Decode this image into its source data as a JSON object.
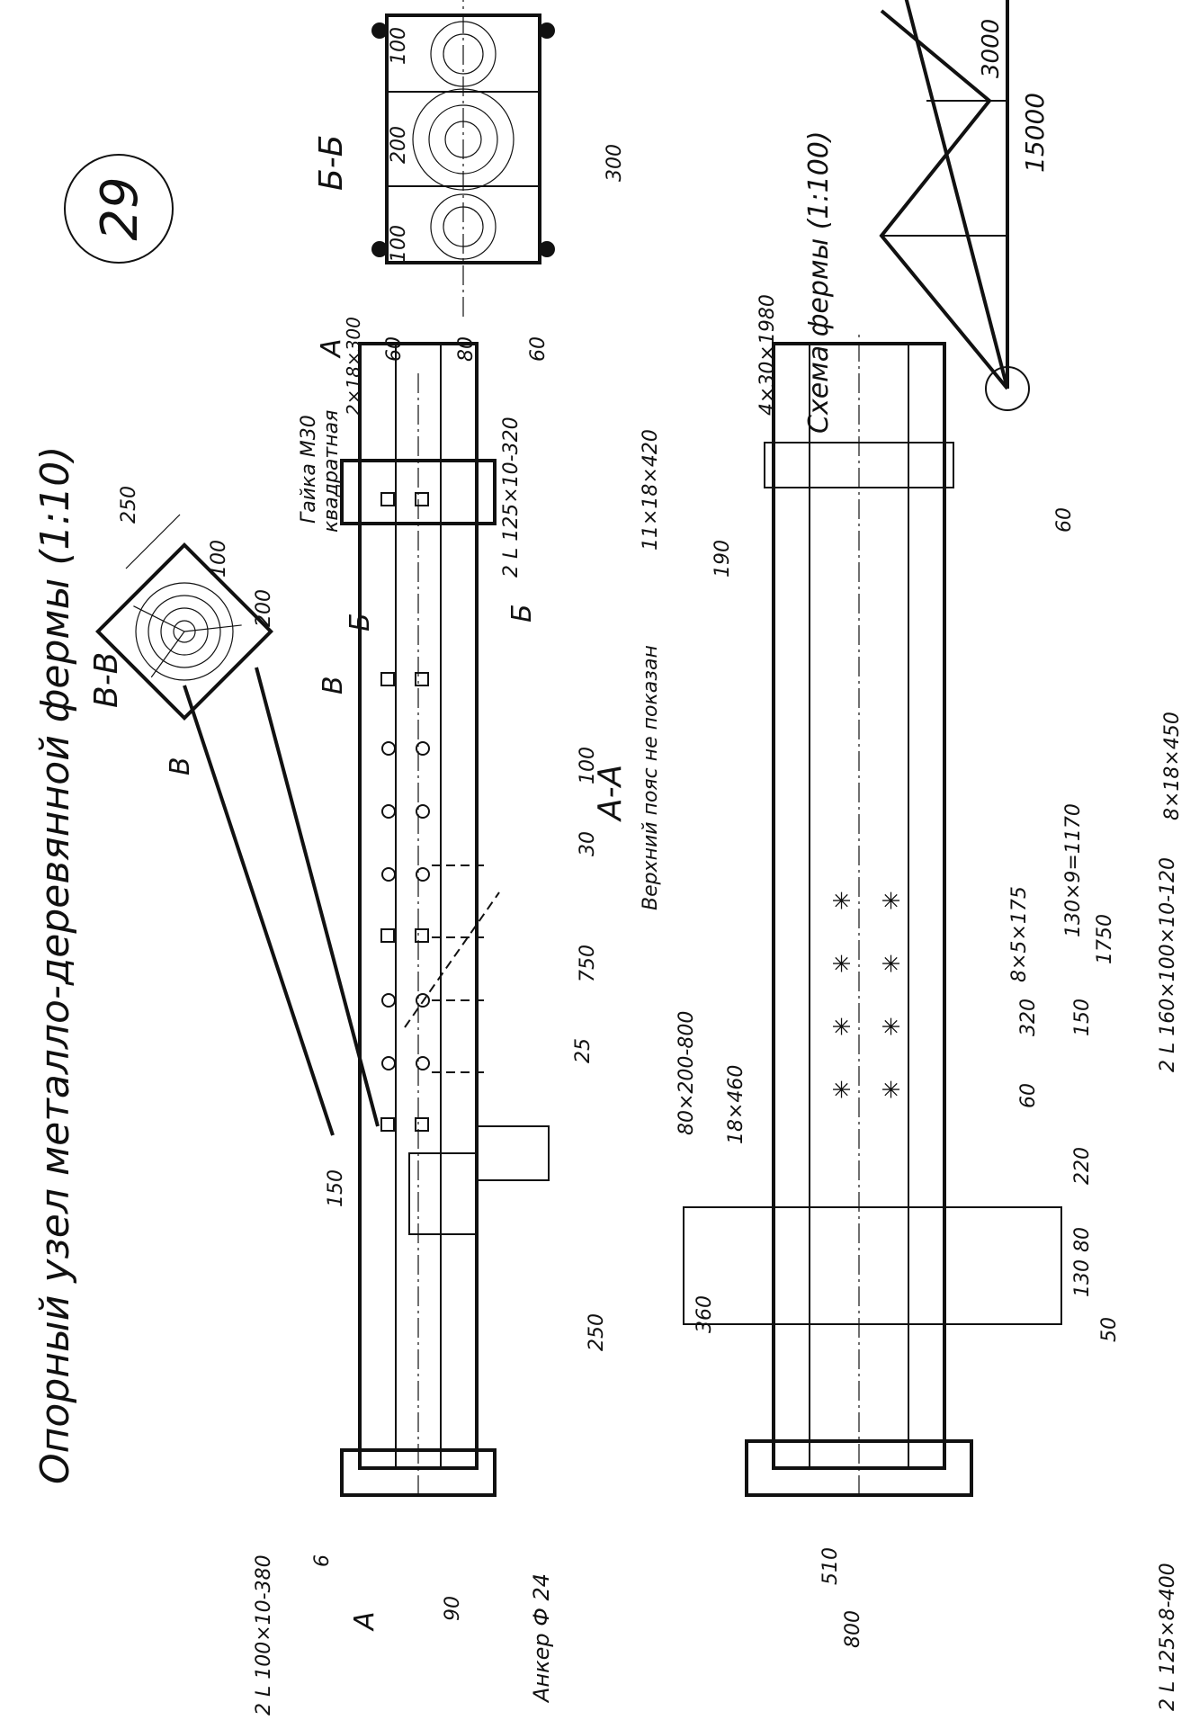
{
  "drawing": {
    "title": "Опорный узел металло-деревянной фермы (1:10)",
    "sheet_number": "29"
  },
  "sections": {
    "v_v": "В-В",
    "b_b": "Б-Б",
    "a_a": "А-А",
    "a_a_note": "Верхний пояс не показан",
    "cut_a": "А",
    "cut_b": "Б",
    "cut_v": "В"
  },
  "scheme": {
    "title": "Схема фермы (1:100)",
    "span": "15000",
    "height": "3000"
  },
  "labels": {
    "nut": "Гайка М30",
    "nut_type": "квадратная",
    "plate_2x18x300": "2×18×300",
    "angle_125x10": "2 L 125×10-320",
    "plate_11x18x420": "11×18×420",
    "plate_4x30x1980": "4×30×1980",
    "plate_8x18x450": "8×18×450",
    "bolt_8x5x175": "8×5×175",
    "angle_160x100": "2 L 160×100×10-120",
    "plate_80x200x800": "80×200-800",
    "plate_18x460": "18×460",
    "angle_100x10": "2 L 100×10-380",
    "angle_125x8": "2 L 125×8-400",
    "anchor": "Анкер Ф 24"
  },
  "dimensions": {
    "d250": "250",
    "d200": "200",
    "d100": "100",
    "d300": "300",
    "d60": "60",
    "d80": "80",
    "d190": "190",
    "d1170": "130×9=1170",
    "d1750": "1750",
    "d320": "320",
    "d150": "150",
    "d220": "220",
    "d130": "130",
    "d50": "50",
    "d360": "360",
    "d510": "510",
    "d800": "800",
    "d750": "750",
    "d30": "30",
    "d25": "25",
    "d90": "90",
    "d6": "6"
  }
}
